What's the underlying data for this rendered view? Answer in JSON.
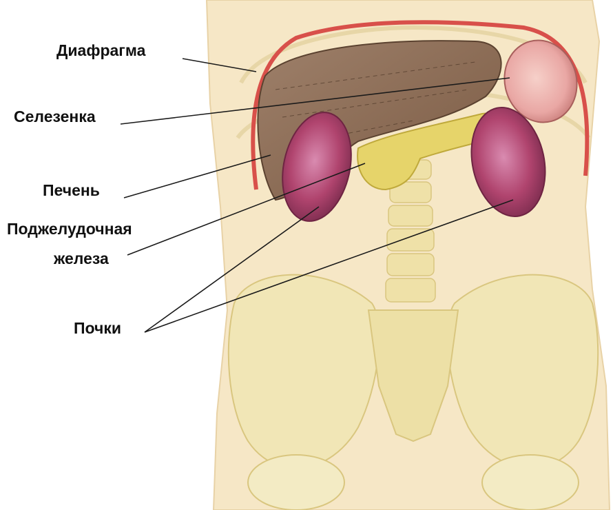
{
  "labels": {
    "diaphragm": "Диафрагма",
    "spleen": "Селезенка",
    "liver": "Печень",
    "pancreas_line1": "Поджелудочная",
    "pancreas_line2": "железа",
    "kidneys": "Почки"
  },
  "colors": {
    "background": "#ffffff",
    "body_skin": "#f6e7c6",
    "bone": "#f0e6b4",
    "liver": "#8f6f55",
    "spleen": "#e9a7a4",
    "diaphragm": "#d8504a",
    "kidney": "#b0446e",
    "pancreas": "#e6d46a",
    "label_text": "#111111",
    "leader_line": "#1a1a1a"
  }
}
